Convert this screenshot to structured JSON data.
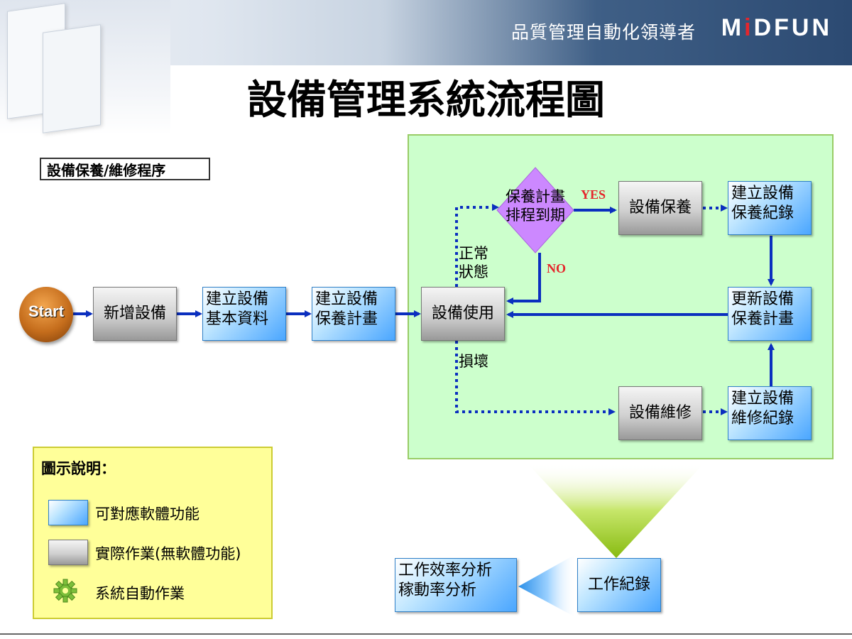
{
  "header": {
    "slogan": "品質管理自動化領導者",
    "brand_prefix": "M",
    "brand_i": "i",
    "brand_suffix": "DFUN",
    "brand_color": "#e5262c"
  },
  "title": "設備管理系統流程圖",
  "section_label": "設備保養/維修程序",
  "start_label": "Start",
  "nodes": {
    "add_equipment": "新增設備",
    "basic_data": [
      "建立設備",
      "基本資料"
    ],
    "maintenance_plan": [
      "建立設備",
      "保養計畫"
    ],
    "equipment_use": "設備使用",
    "plan_due": [
      "保養計畫",
      "排程到期"
    ],
    "maintenance": "設備保養",
    "maintenance_record": [
      "建立設備",
      "保養紀錄"
    ],
    "update_plan": [
      "更新設備",
      "保養計畫"
    ],
    "repair": "設備維修",
    "repair_record": [
      "建立設備",
      "維修紀錄"
    ],
    "work_record": "工作紀錄",
    "analysis": [
      "工作效率分析",
      "稼動率分析"
    ]
  },
  "edge_labels": {
    "yes": "YES",
    "no": "NO",
    "normal": [
      "正常",
      "狀態"
    ],
    "damaged": "損壞"
  },
  "legend": {
    "title": "圖示說明：",
    "items": [
      {
        "label": "可對應軟體功能",
        "icon": "blue-box"
      },
      {
        "label": "實際作業(無軟體功能)",
        "icon": "gray-box"
      },
      {
        "label": "系統自動作業",
        "icon": "gear-icon"
      }
    ]
  },
  "colors": {
    "flow_arrow": "#0b2fbf",
    "green_area": "#ccffcc",
    "diamond": "#cc88ff",
    "legend_bg": "#ffff99"
  }
}
